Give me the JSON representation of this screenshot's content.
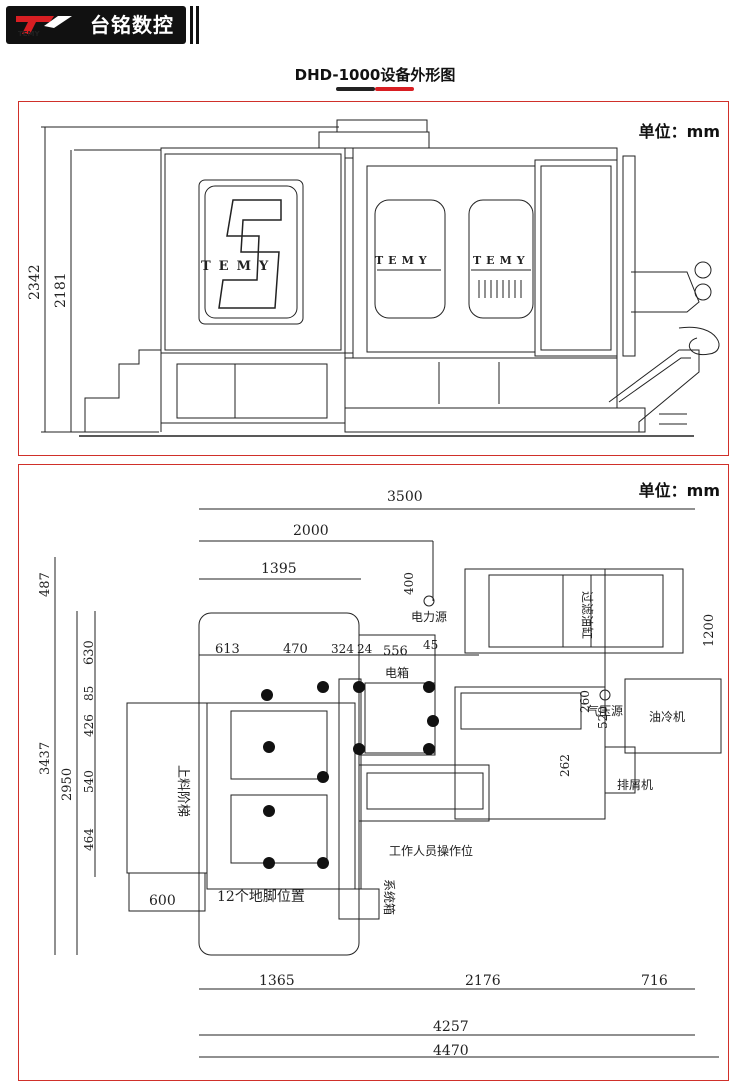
{
  "header": {
    "brand_en": "TEMY",
    "brand_cn": "台铭数控"
  },
  "page": {
    "title": "DHD-1000设备外形图"
  },
  "colors": {
    "accent": "#d81e22",
    "frame": "#d0302a",
    "ink": "#222222"
  },
  "side_view": {
    "unit": "单位：mm",
    "machine_text": [
      "TEMY",
      "TEMY",
      "TEMY"
    ],
    "dimensions": [
      "2342",
      "2181"
    ]
  },
  "top_view": {
    "unit": "单位：mm",
    "dim_top": [
      "3500",
      "2000",
      "1395",
      "613",
      "470",
      "324",
      "24",
      "556",
      "45"
    ],
    "dim_vertical": [
      "487",
      "630",
      "85",
      "426",
      "540",
      "464",
      "3437",
      "2950",
      "400",
      "260",
      "520",
      "262",
      "1200"
    ],
    "dim_bottom": [
      "600",
      "1365",
      "2176",
      "716",
      "4257",
      "4470"
    ],
    "labels": {
      "power": "电力源",
      "electric_box": "电箱",
      "air": "气压源",
      "oil_tank": "过滤油缸",
      "oil_cooler": "油冷机",
      "chip": "排屑机",
      "ladder": "上料阶梯",
      "operator": "工作人员操作位",
      "feet": "12个地脚位置",
      "system_box": "系统箱"
    }
  }
}
